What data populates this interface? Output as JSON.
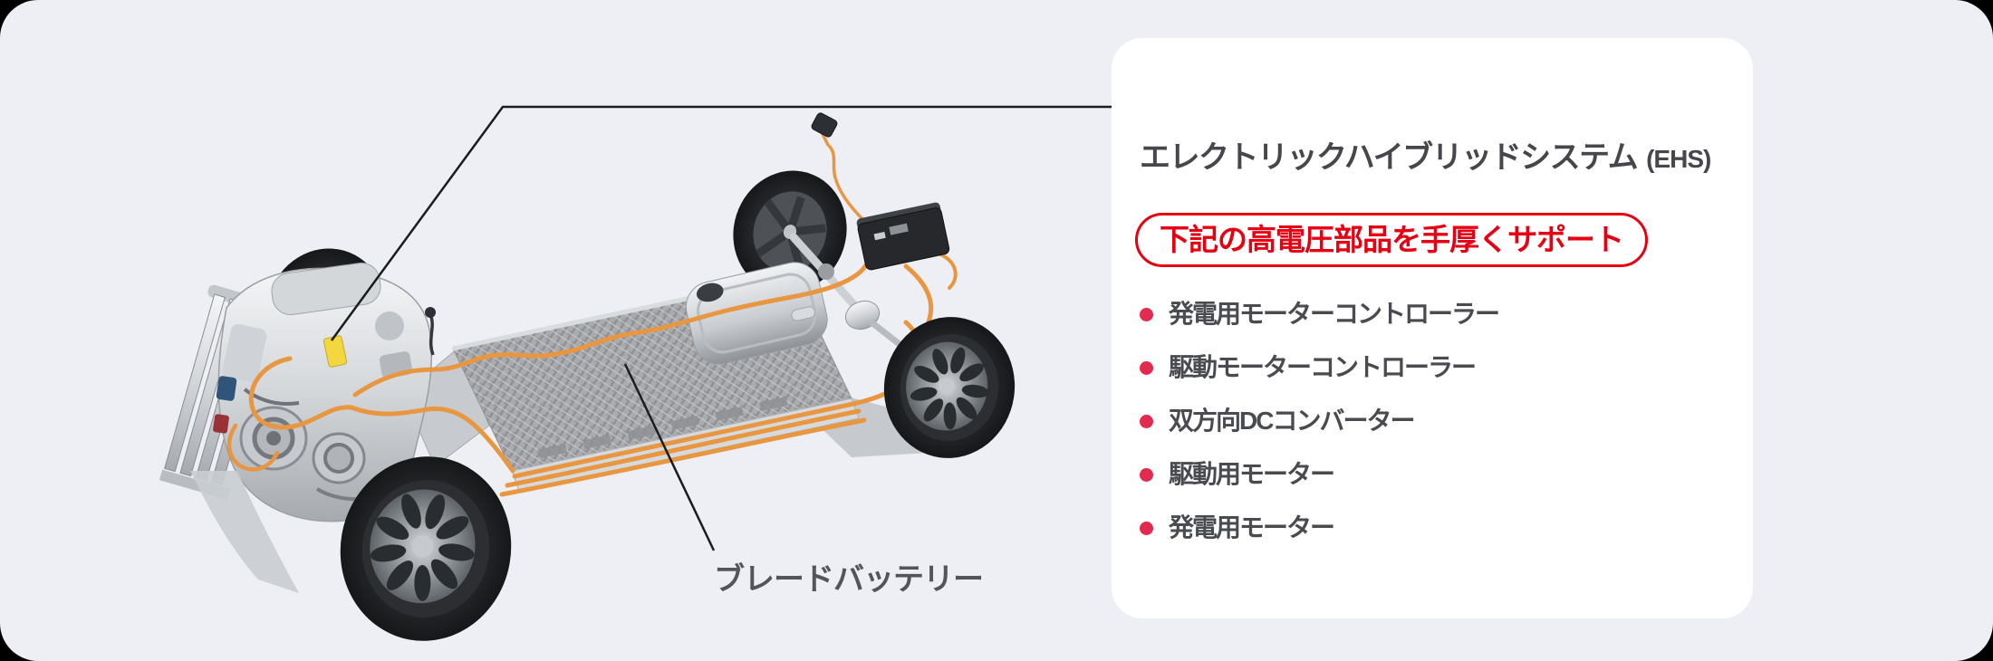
{
  "theme": {
    "outer_bg": "#000000",
    "panel_bg": "#edeff5",
    "card_bg": "#ffffff",
    "accent_red": "#e60012",
    "bullet_red": "#e32b50",
    "text_dark": "#46474c",
    "text_list": "#4a4b50",
    "label_gray": "#54555a",
    "cable_orange": "#e8963f"
  },
  "diagram": {
    "battery_label": "ブレードバッテリー",
    "illustration": "hybrid-chassis-with-blade-battery"
  },
  "card": {
    "title": "エレクトリックハイブリッドシステム",
    "title_suffix": "(EHS)",
    "badge": "下記の高電圧部品を手厚くサポート",
    "items": [
      "発電用モーターコントローラー",
      "駆動モーターコントローラー",
      "双方向DCコンバーター",
      "駆動用モーター",
      "発電用モーター"
    ]
  }
}
